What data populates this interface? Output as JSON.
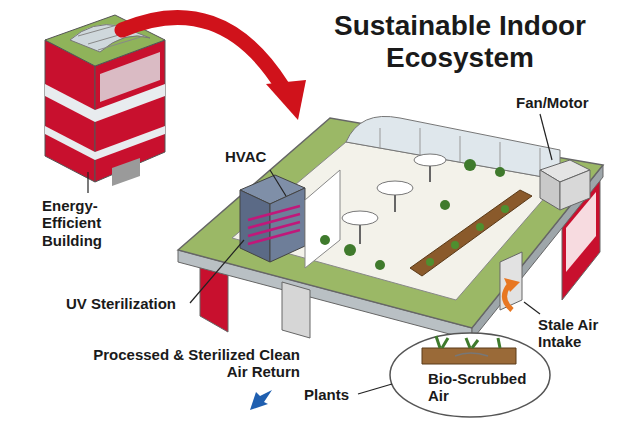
{
  "diagram": {
    "title": "Sustainable Indoor Ecosystem",
    "labels": [
      "Energy-Efficient Building",
      "HVAC",
      "Fan/Motor",
      "UV Sterilization",
      "Stale Air Intake",
      "Processed & Sterilized Clean Air Return",
      "Plants",
      "Bio-Scrubbed Air"
    ]
  }
}
